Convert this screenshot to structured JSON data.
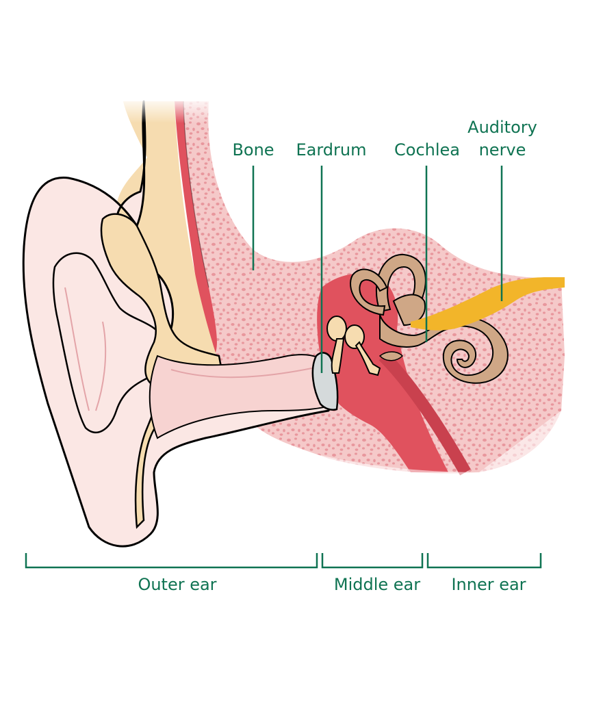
{
  "diagram": {
    "labels": {
      "bone": "Bone",
      "eardrum": "Eardrum",
      "cochlea": "Cochlea",
      "auditory_line1": "Auditory",
      "auditory_line2": "nerve"
    },
    "sections": {
      "outer": "Outer ear",
      "middle": "Middle ear",
      "inner": "Inner ear"
    },
    "colors": {
      "label_green": "#0f7352",
      "bone_pink": "#f5c9c9",
      "bone_dots": "#e8979d",
      "outer_ear_skin": "#fbe7e4",
      "cartilage_tan": "#f6dcb0",
      "middle_ear_red": "#e0525e",
      "cochlea_brown": "#cfa786",
      "nerve_yellow": "#f2b52a",
      "eardrum_grey": "#d5dadb"
    }
  }
}
